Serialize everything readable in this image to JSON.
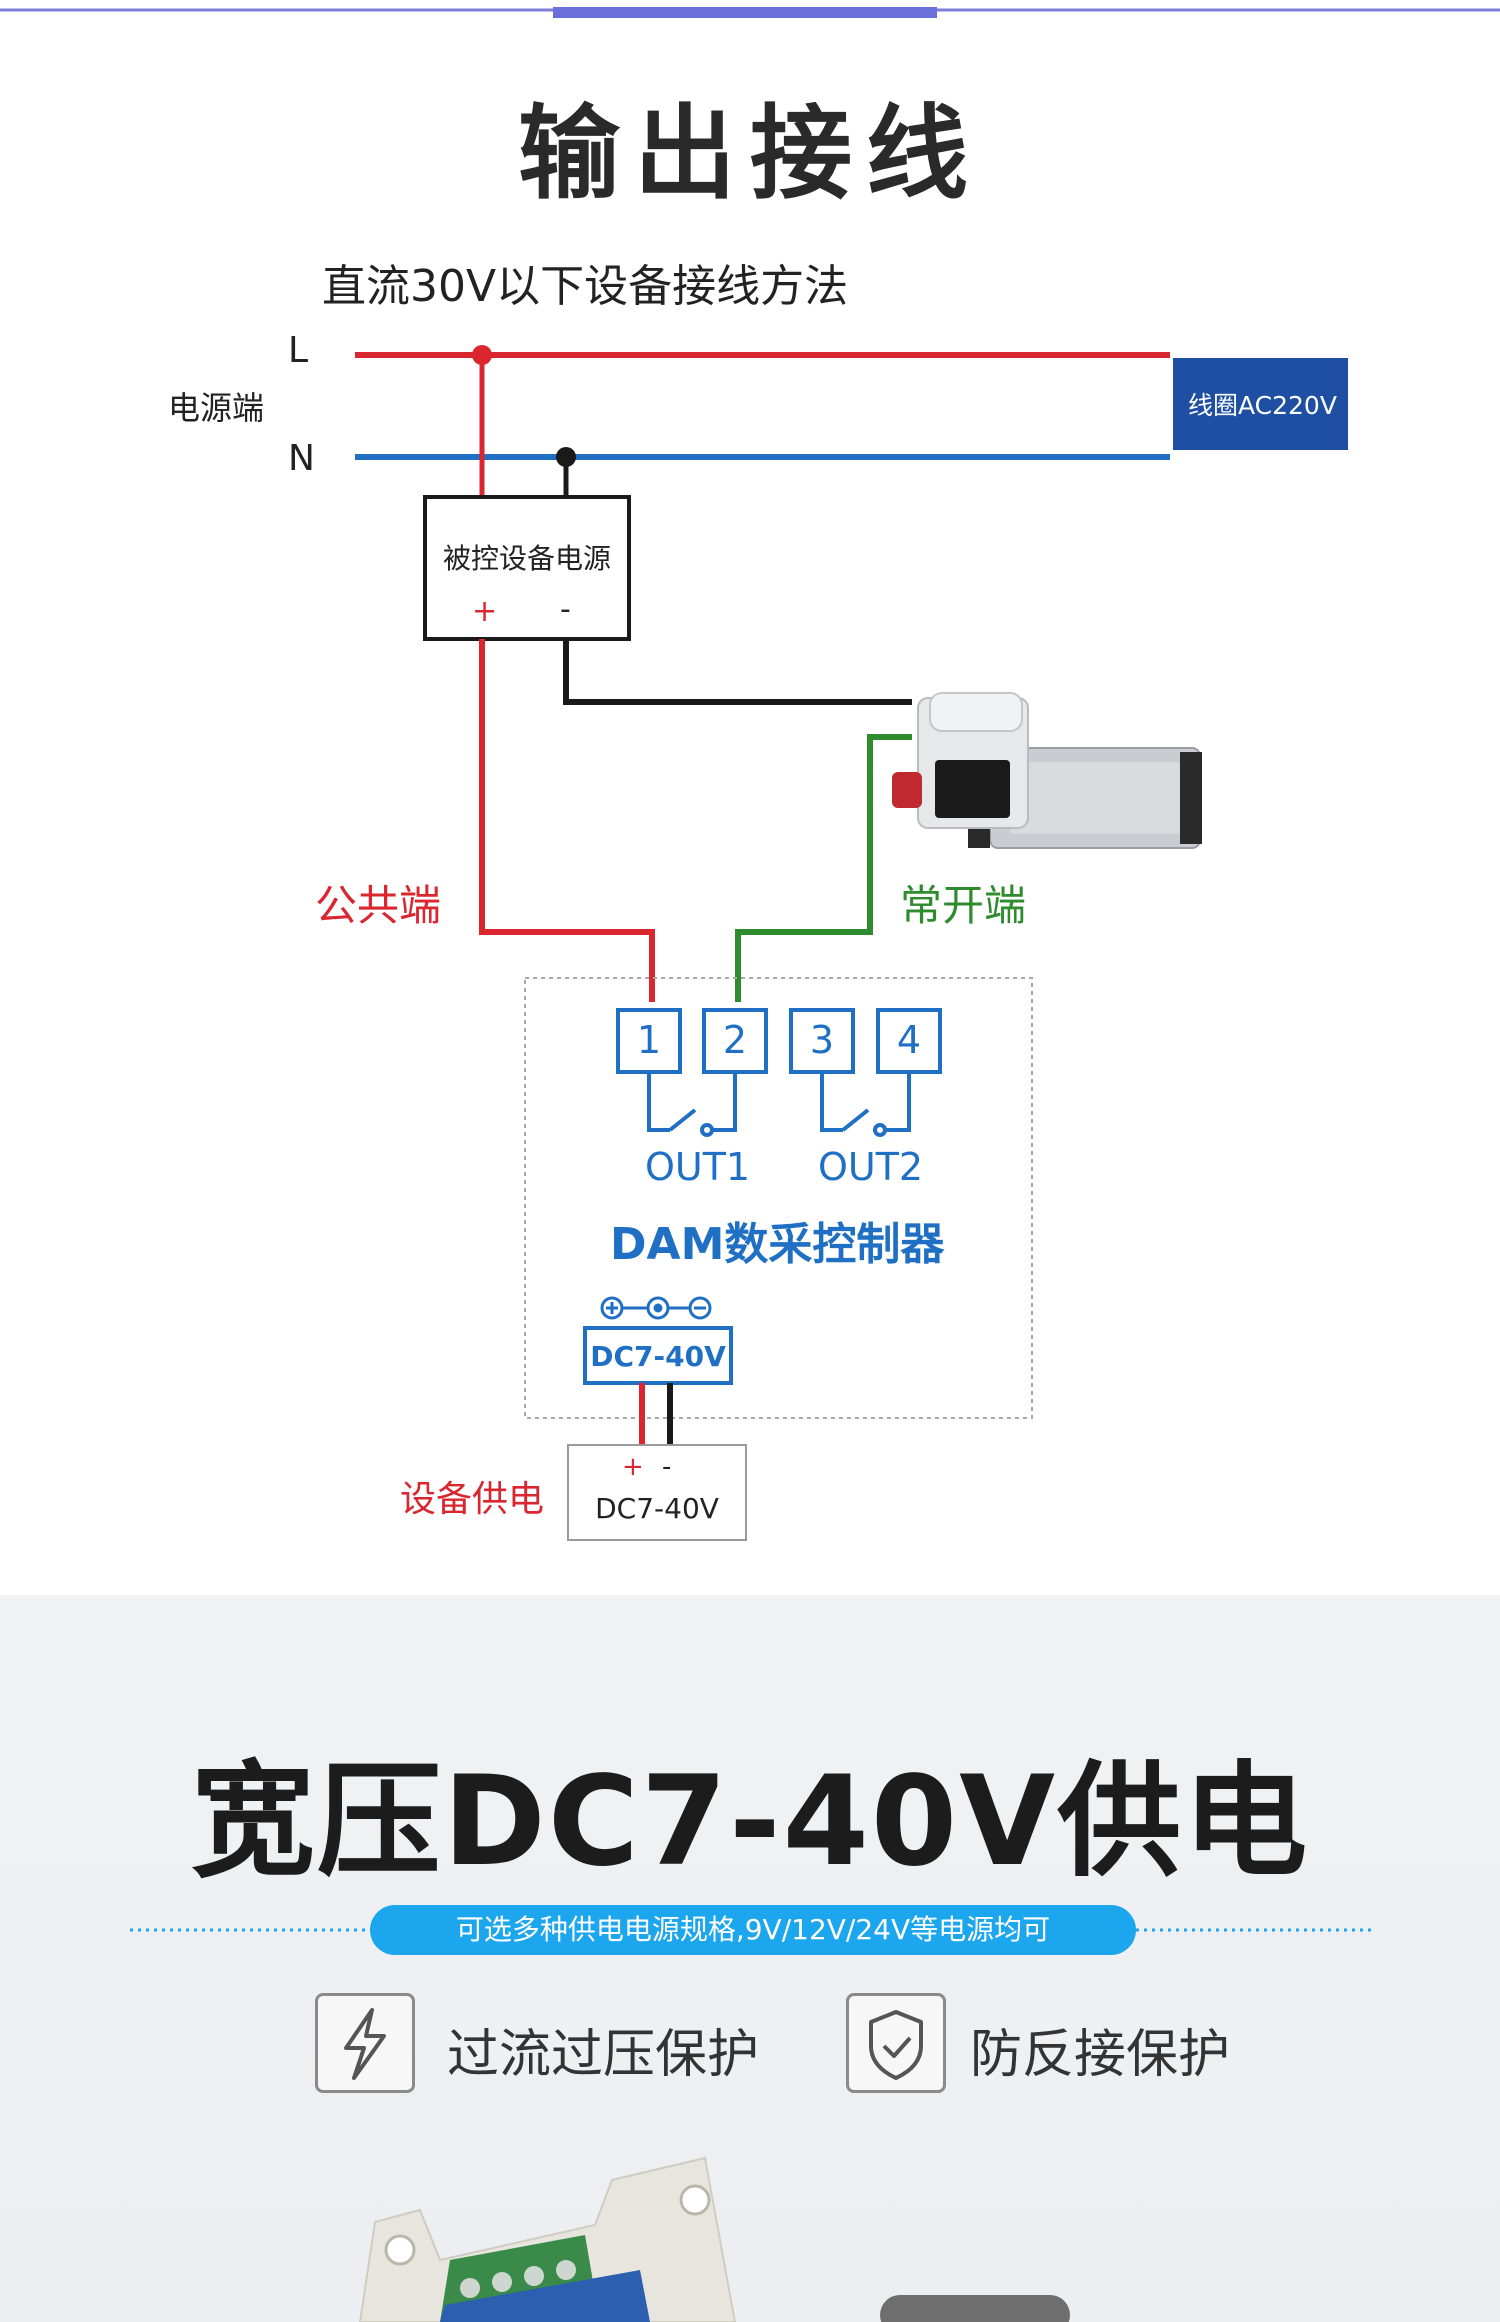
{
  "section1": {
    "title": "输出接线",
    "subtitle": "直流30V以下设备接线方法",
    "labels": {
      "l": "L",
      "n": "N",
      "power_side": "电源端",
      "coil": "线圈AC220V",
      "controlled_power": "被控设备电源",
      "plus": "+",
      "minus": "-",
      "common": "公共端",
      "normally_open": "常开端",
      "out1": "OUT1",
      "out2": "OUT2",
      "controller": "DAM数采控制器",
      "dc_port": "DC7-40V",
      "device_supply": "设备供电",
      "supply_box": "DC7-40V"
    },
    "terminals": [
      "1",
      "2",
      "3",
      "4"
    ],
    "colors": {
      "live": "#d9262f",
      "neutral": "#1f6fc4",
      "common_wire": "#d9262f",
      "no_wire": "#2e8b2e",
      "black_wire": "#1a1a1a",
      "diagram_blue": "#1f6fc4",
      "coil_box": "#1e4fa3"
    }
  },
  "section2": {
    "title": "宽压DC7-40V供电",
    "badge": "可选多种供电电源规格,9V/12V/24V等电源均可",
    "features": [
      {
        "icon": "lightning-icon",
        "label": "过流过压保护"
      },
      {
        "icon": "shield-check-icon",
        "label": "防反接保护"
      }
    ],
    "colors": {
      "badge": "#1ba6ee",
      "dotted_line": "#1ba6ee"
    }
  }
}
